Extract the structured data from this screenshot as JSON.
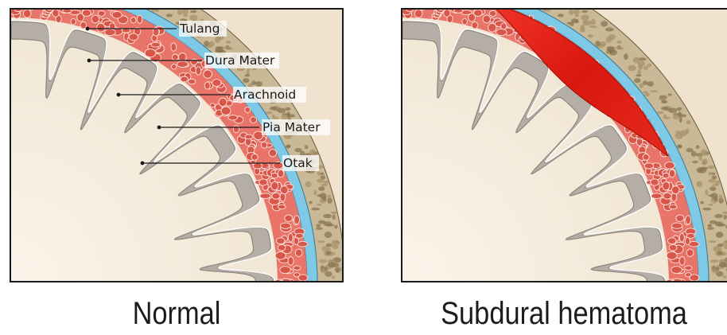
{
  "labels": {
    "bone": "Tulang",
    "dura": "Dura Mater",
    "arachnoid": "Arachnoid",
    "pia": "Pia Mater",
    "brain": "Otak"
  },
  "captions": {
    "normal": "Normal",
    "hematoma": "Subdural hematoma"
  },
  "colors": {
    "bone": "#c9b996",
    "bone_pores": "#8a7650",
    "dura": "#7ec9e6",
    "arachnoid": "#e8746a",
    "brain": "#b5aea6",
    "background": "#f7efe2",
    "hematoma": "#e01f12"
  }
}
